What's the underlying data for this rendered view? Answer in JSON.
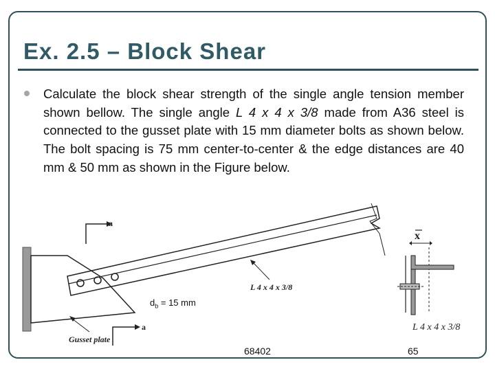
{
  "title": "Ex. 2.5 – Block Shear",
  "body": {
    "part1": "Calculate the block shear strength of the single angle tension member shown bellow. The single angle ",
    "angle_italic": "L 4 x 4 x 3/8",
    "part2": " made from A36 steel is connected to the gusset plate with 15 mm diameter bolts as shown below. The bolt spacing is 75 mm center-to-center & the edge distances are 40 mm & 50 mm as shown in the Figure below."
  },
  "figure": {
    "section_label_top": "a",
    "section_label_bottom": "a",
    "angle_label_main": "L 4 x 4 x 3/8",
    "angle_label_section": "L 4 x 4 x 3/8",
    "gusset_label": "Gusset plate",
    "x_label": "x",
    "db_text": "d",
    "db_sub": "b",
    "db_value": " = 15 mm"
  },
  "footer": {
    "left": "68402",
    "right": "65"
  }
}
